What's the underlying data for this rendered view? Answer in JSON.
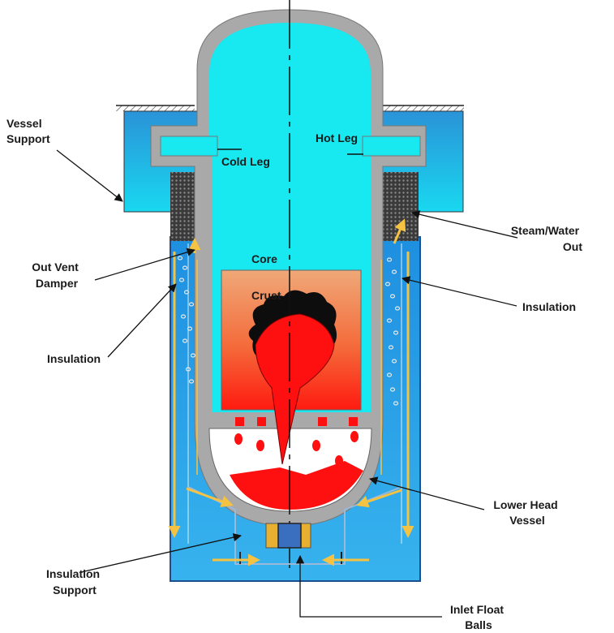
{
  "labels": {
    "vessel_support": [
      "Vessel",
      "Support"
    ],
    "cold_leg": "Cold Leg",
    "hot_leg": "Hot Leg",
    "steam_water_out": [
      "Steam/Water",
      "Out"
    ],
    "out_vent_damper": [
      "Out Vent",
      "Damper"
    ],
    "core": "Core",
    "crust": "Crust",
    "insulation_left": "Insulation",
    "insulation_right": "Insulation",
    "lower_head_vessel": [
      "Lower Head",
      "Vessel"
    ],
    "insulation_support": [
      "Insulation",
      "Support"
    ],
    "inlet_float_balls": [
      "Inlet Float",
      "Balls"
    ]
  },
  "colors": {
    "coolant": "#18e8f0",
    "pool_water": "#2aa3e8",
    "vessel_wall": "#a9a9a9",
    "melt": "#ff1010",
    "crust": "#111111",
    "flow_arrow": "#f5c242",
    "debris_bed_top": "#f0a070"
  }
}
